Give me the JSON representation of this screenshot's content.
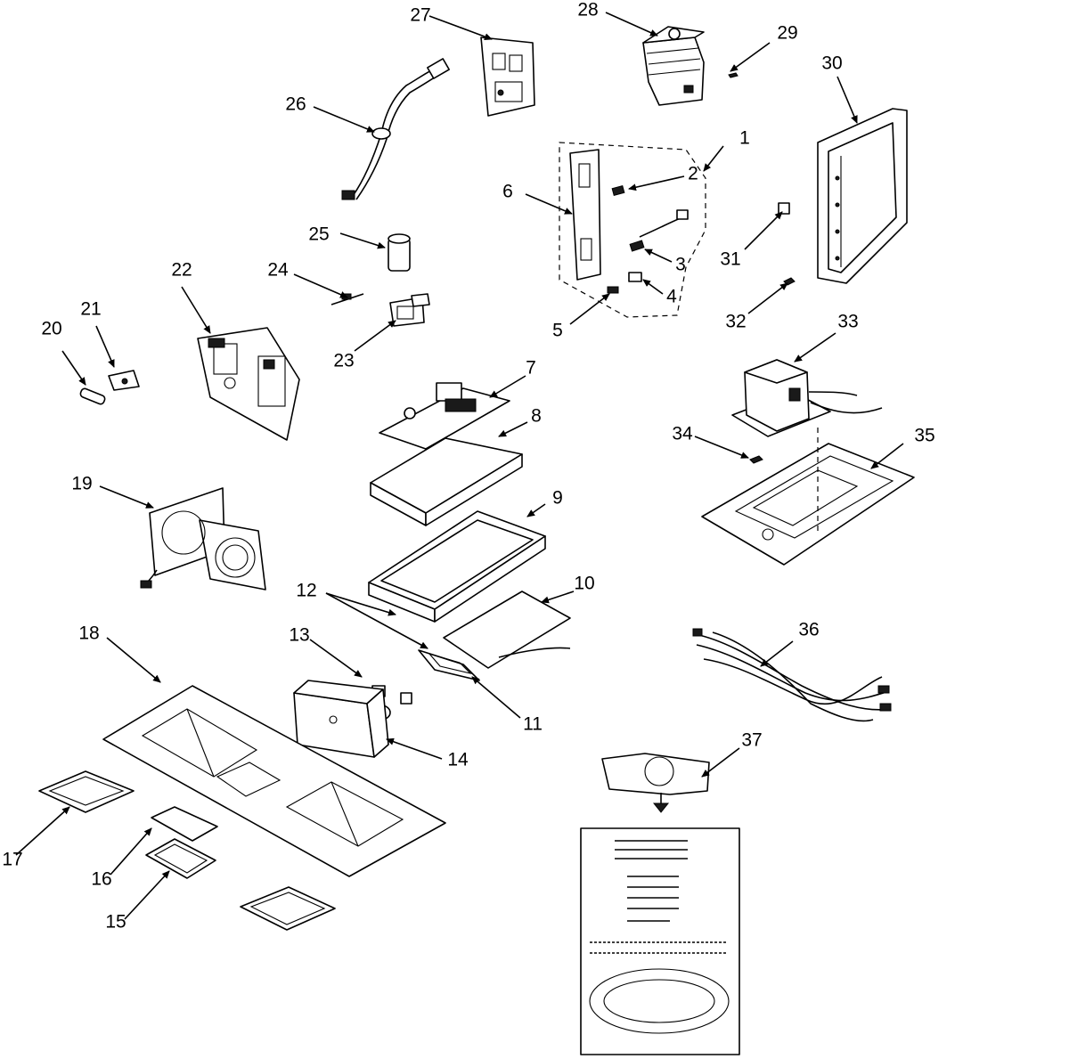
{
  "diagram": {
    "callouts": [
      {
        "id": "1",
        "label": "1"
      },
      {
        "id": "2",
        "label": "2"
      },
      {
        "id": "3",
        "label": "3"
      },
      {
        "id": "4",
        "label": "4"
      },
      {
        "id": "5",
        "label": "5"
      },
      {
        "id": "6",
        "label": "6"
      },
      {
        "id": "7",
        "label": "7"
      },
      {
        "id": "8",
        "label": "8"
      },
      {
        "id": "9",
        "label": "9"
      },
      {
        "id": "10",
        "label": "10"
      },
      {
        "id": "11",
        "label": "11"
      },
      {
        "id": "12",
        "label": "12"
      },
      {
        "id": "13",
        "label": "13"
      },
      {
        "id": "14",
        "label": "14"
      },
      {
        "id": "15",
        "label": "15"
      },
      {
        "id": "16",
        "label": "16"
      },
      {
        "id": "17",
        "label": "17"
      },
      {
        "id": "18",
        "label": "18"
      },
      {
        "id": "19",
        "label": "19"
      },
      {
        "id": "20",
        "label": "20"
      },
      {
        "id": "21",
        "label": "21"
      },
      {
        "id": "22",
        "label": "22"
      },
      {
        "id": "23",
        "label": "23"
      },
      {
        "id": "24",
        "label": "24"
      },
      {
        "id": "25",
        "label": "25"
      },
      {
        "id": "26",
        "label": "26"
      },
      {
        "id": "27",
        "label": "27"
      },
      {
        "id": "28",
        "label": "28"
      },
      {
        "id": "29",
        "label": "29"
      },
      {
        "id": "30",
        "label": "30"
      },
      {
        "id": "31",
        "label": "31"
      },
      {
        "id": "32",
        "label": "32"
      },
      {
        "id": "33",
        "label": "33"
      },
      {
        "id": "34",
        "label": "34"
      },
      {
        "id": "35",
        "label": "35"
      },
      {
        "id": "36",
        "label": "36"
      },
      {
        "id": "37",
        "label": "37"
      }
    ]
  }
}
